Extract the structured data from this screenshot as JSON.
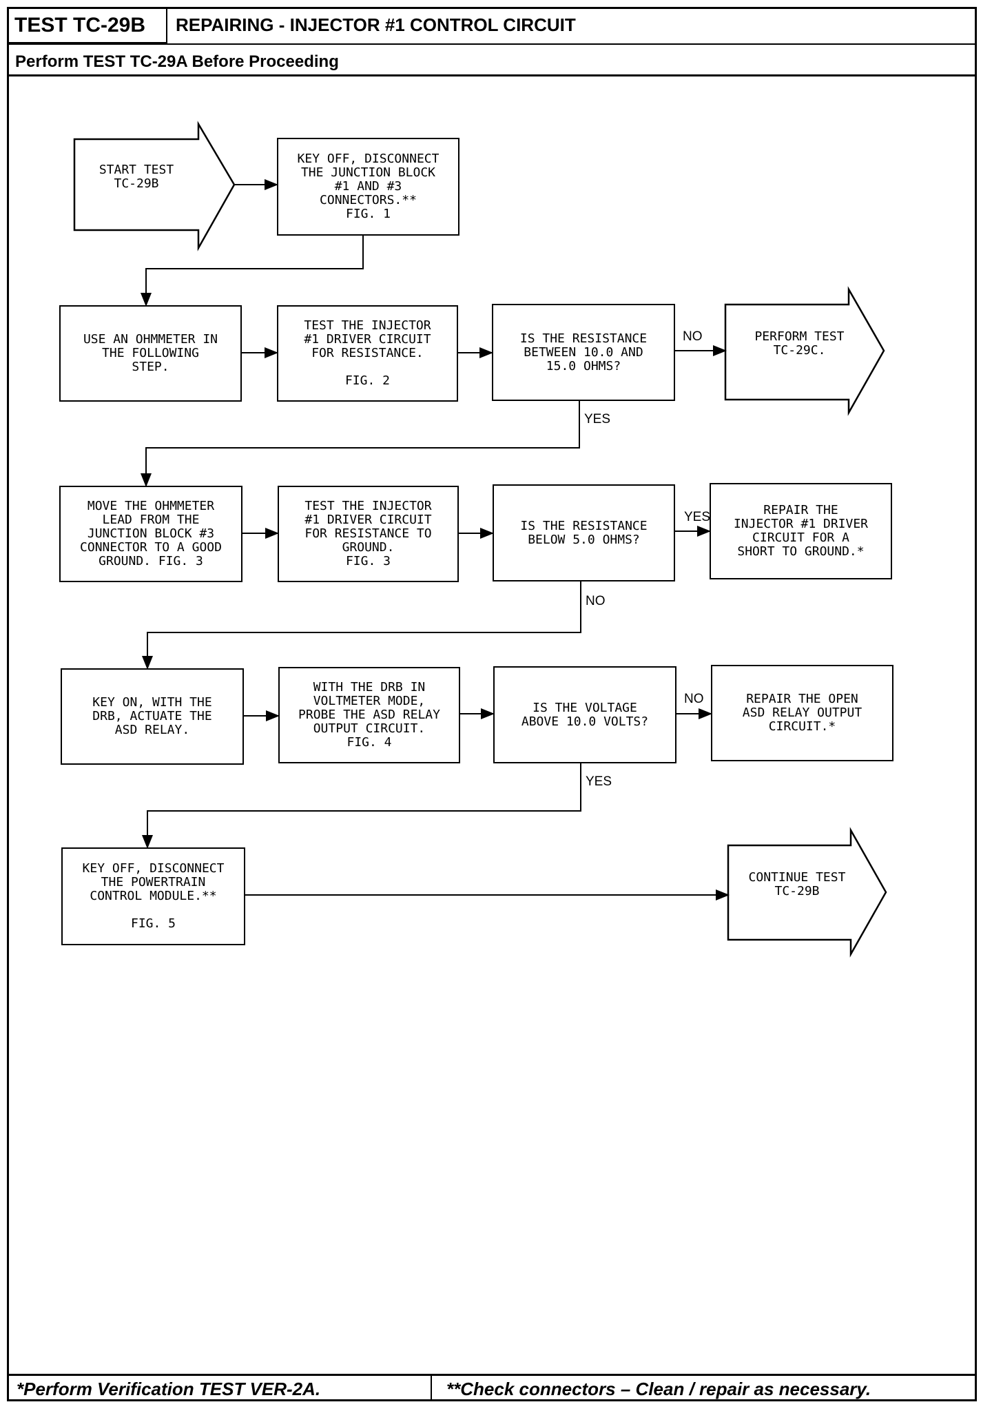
{
  "header": {
    "test_id": "TEST TC-29B",
    "title": "REPAIRING - INJECTOR #1 CONTROL CIRCUIT",
    "subtitle": "Perform TEST TC-29A Before Proceeding"
  },
  "flow": {
    "start": "START TEST\nTC-29B",
    "key_off_1": "KEY OFF, DISCONNECT\nTHE JUNCTION BLOCK\n#1 AND #3\nCONNECTORS.**\nFIG. 1",
    "use_ohmmeter": "USE AN OHMMETER IN\nTHE FOLLOWING\nSTEP.",
    "test_driver_resistance": "TEST THE INJECTOR\n#1 DRIVER CIRCUIT\nFOR RESISTANCE.\n\nFIG. 2",
    "q_resistance_range": "IS THE RESISTANCE\nBETWEEN 10.0 AND\n15.0 OHMS?",
    "perform_29c": "PERFORM TEST\nTC-29C.",
    "move_ohmmeter": "MOVE THE OHMMETER\nLEAD FROM THE\nJUNCTION BLOCK #3\nCONNECTOR TO A GOOD\nGROUND. FIG. 3",
    "test_driver_ground": "TEST THE INJECTOR\n#1 DRIVER CIRCUIT\nFOR RESISTANCE TO\nGROUND.\nFIG. 3",
    "q_resistance_below": "IS THE RESISTANCE\nBELOW 5.0 OHMS?",
    "repair_short": "REPAIR THE\nINJECTOR #1 DRIVER\nCIRCUIT FOR A\nSHORT TO GROUND.*",
    "key_on": "KEY ON, WITH THE\nDRB, ACTUATE THE\nASD RELAY.",
    "drb_voltmeter": "WITH THE DRB IN\nVOLTMETER MODE,\nPROBE THE ASD RELAY\nOUTPUT CIRCUIT.\nFIG. 4",
    "q_voltage": "IS THE VOLTAGE\nABOVE 10.0 VOLTS?",
    "repair_open": "REPAIR THE OPEN\nASD RELAY OUTPUT\nCIRCUIT.*",
    "key_off_2": "KEY OFF, DISCONNECT\nTHE POWERTRAIN\nCONTROL MODULE.**\n\nFIG. 5",
    "continue": "CONTINUE TEST\nTC-29B",
    "labels": {
      "no_1": "NO",
      "yes_1": "YES",
      "yes_2": "YES",
      "no_2": "NO",
      "no_3": "NO",
      "yes_3": "YES"
    }
  },
  "footer": {
    "left": "*Perform Verification TEST VER-2A.",
    "right": "**Check connectors – Clean / repair as necessary."
  }
}
